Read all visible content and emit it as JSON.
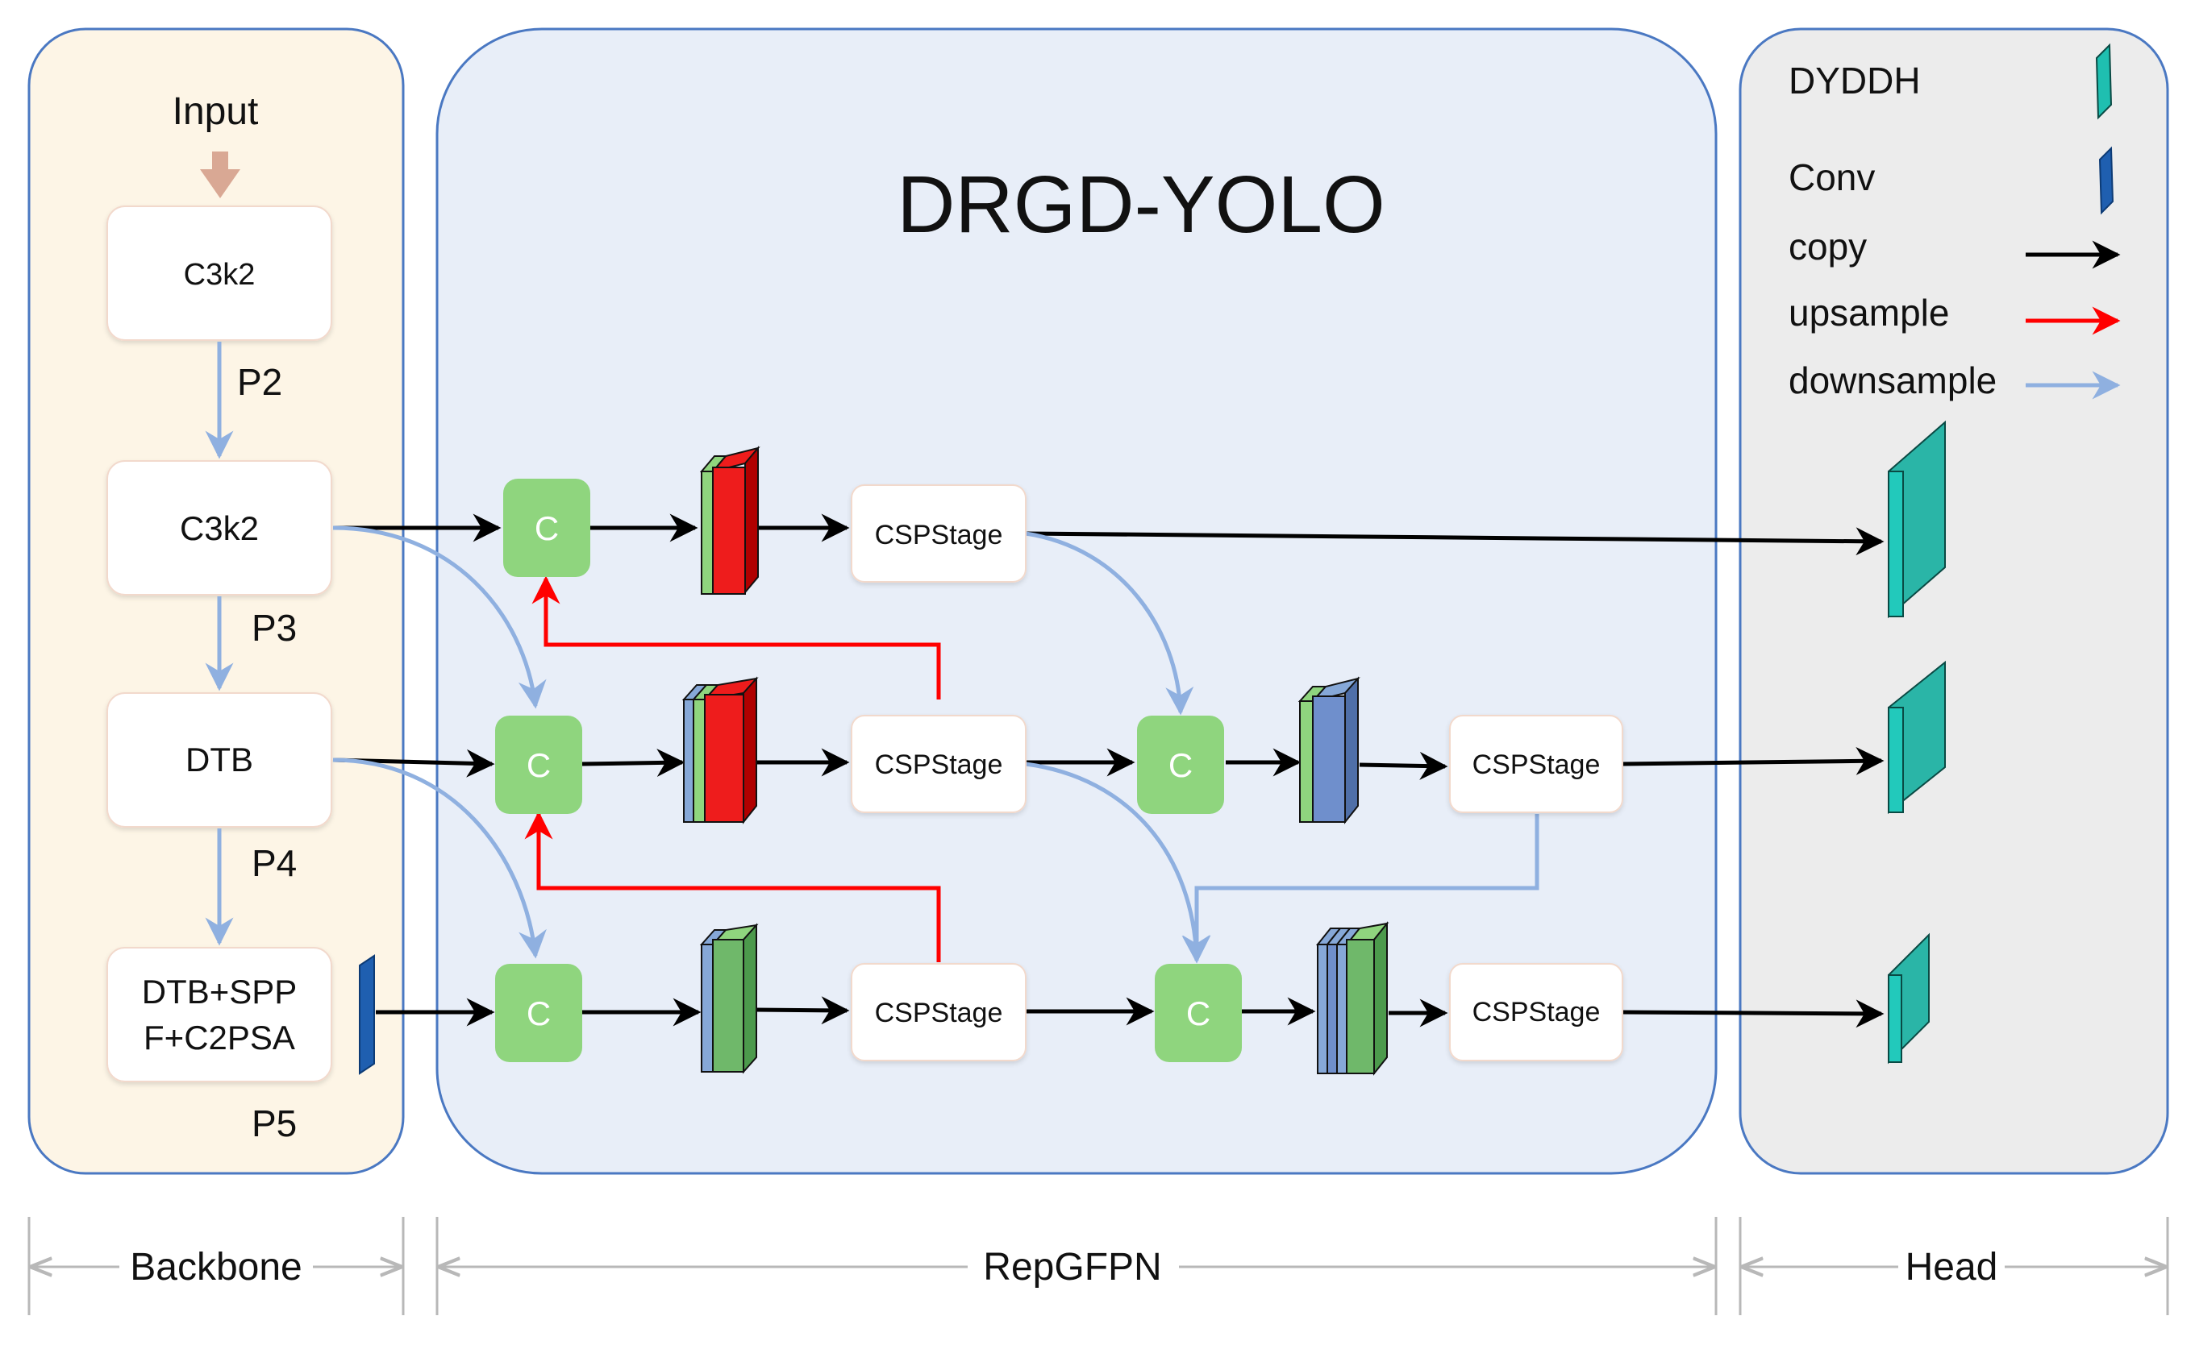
{
  "title": "DRGD-YOLO",
  "backbone": {
    "input_label": "Input",
    "blocks": [
      "C3k2",
      "C3k2",
      "DTB",
      "DTB+SPP",
      "F+C2PSA"
    ],
    "levels": [
      "P2",
      "P3",
      "P4",
      "P5"
    ]
  },
  "neck": {
    "concat_label": "C",
    "stage_label": "CSPStage"
  },
  "legend": {
    "dyddh": "DYDDH",
    "conv": "Conv",
    "copy": "copy",
    "upsample": "upsample",
    "downsample": "downsample"
  },
  "sections": [
    "Backbone",
    "RepGFPN",
    "Head"
  ],
  "colors": {
    "backbone_panel": "#fdf5e6",
    "neck_panel": "#e8eef8",
    "head_panel": "#ececec",
    "panel_border": "#4a78c2",
    "concat": "#8fd57e",
    "copy_arrow": "#000000",
    "upsample_arrow": "#ff0000",
    "downsample_arrow": "#8fb0e0",
    "dyddh": "#1fbfb0",
    "conv": "#1f5fb0"
  }
}
